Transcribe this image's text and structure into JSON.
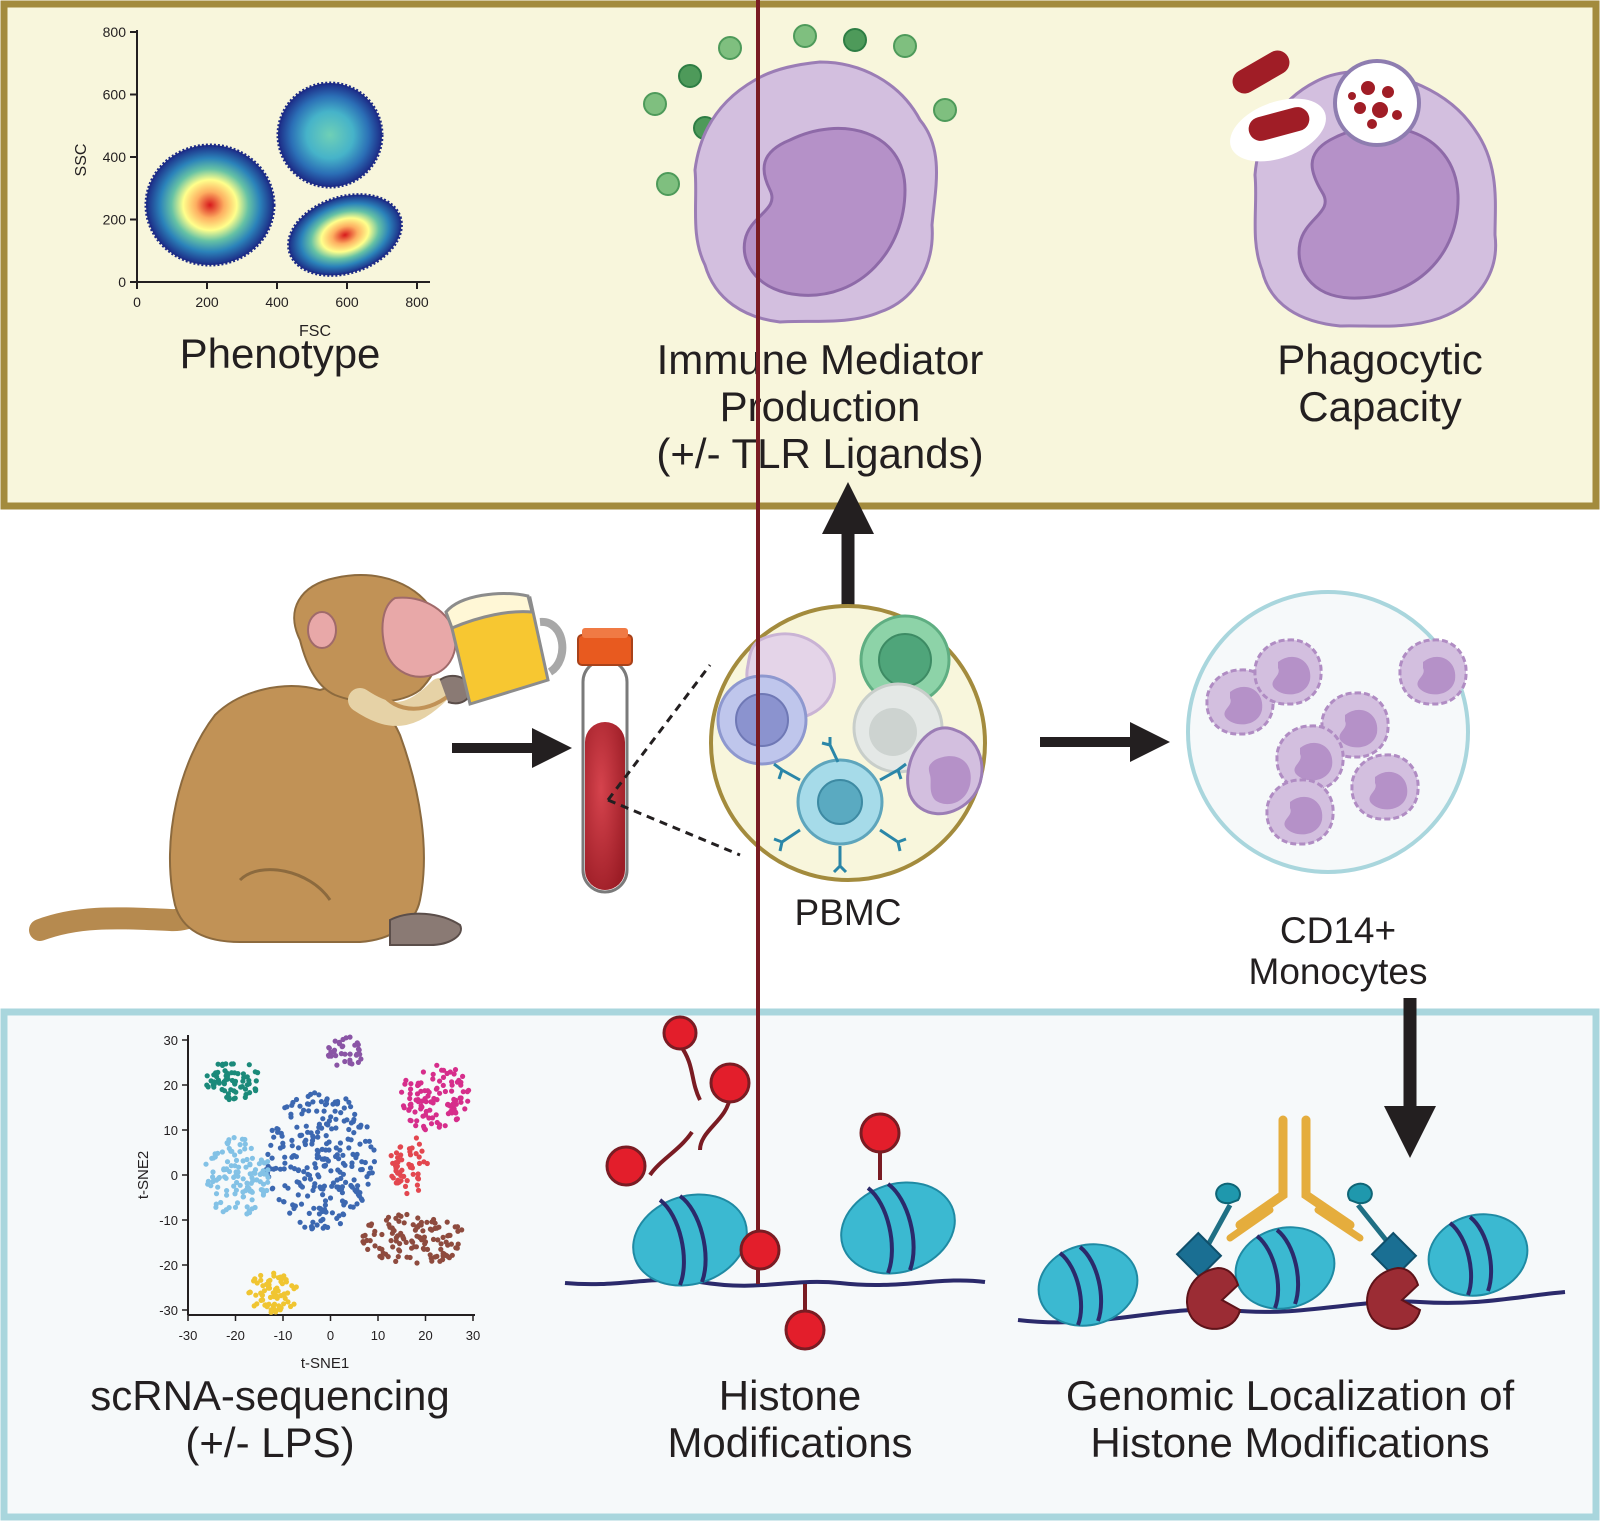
{
  "top_panel": {
    "flow": {
      "x_axis_label": "FSC",
      "y_axis_label": "SSC",
      "x_ticks": [
        "0",
        "200",
        "400",
        "600",
        "800"
      ],
      "y_ticks": [
        "0",
        "200",
        "400",
        "600",
        "800"
      ]
    },
    "phenotype": "Phenotype",
    "immune": [
      "Immune Mediator",
      "Production",
      "(+/- TLR Ligands)"
    ],
    "phagocytic": [
      "Phagocytic",
      "Capacity"
    ]
  },
  "middle": {
    "pbmc": "PBMC",
    "monocytes": [
      "CD14+",
      "Monocytes"
    ]
  },
  "bottom_panel": {
    "tsne": {
      "x_axis_label": "t-SNE1",
      "y_axis_label": "t-SNE2",
      "x_ticks": [
        "-30",
        "-20",
        "-10",
        "0",
        "10",
        "20",
        "30"
      ],
      "y_ticks": [
        "30",
        "20",
        "10",
        "0",
        "-10",
        "-20",
        "-30"
      ]
    },
    "scrna": [
      "scRNA-sequencing",
      "(+/- LPS)"
    ],
    "histone": [
      "Histone",
      "Modifications"
    ],
    "genomic": [
      "Genomic Localization of",
      "Histone Modifications"
    ]
  },
  "colors": {
    "top_border": "#a38b3d",
    "top_fill": "#f8f6dc",
    "bottom_border": "#a9d6dd",
    "bottom_fill": "#f6f9fa",
    "macrophage": "#d3bfdf",
    "nucleus": "#b591c8",
    "nucleosome": "#3bb9d1",
    "modification": "#e31e2b",
    "antibody": "#e5ad3d",
    "tsne_clusters": [
      "#1b8a7a",
      "#8a55a5",
      "#d62e8b",
      "#3c68b1",
      "#83c2e6",
      "#e3474f",
      "#8e4b3e",
      "#f0c531"
    ]
  }
}
